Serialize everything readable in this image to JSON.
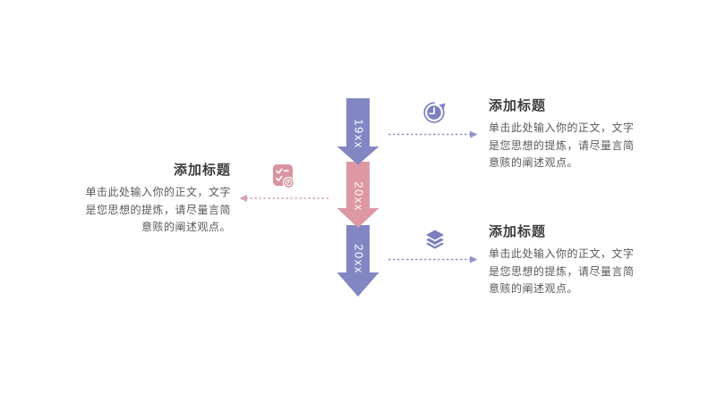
{
  "timeline": {
    "orientation": "vertical",
    "arrows": [
      {
        "label": "19xx",
        "color": "#8287c4"
      },
      {
        "label": "20xx",
        "color": "#dd98a4"
      },
      {
        "label": "20xx",
        "color": "#8287c4"
      }
    ]
  },
  "blocks": [
    {
      "position": "top-right",
      "icon": "clock-history-icon",
      "title": "添加标题",
      "body_lines": [
        "单击此处输入你的正文，文字",
        "是您思想的提炼，请尽量言简",
        "意赅的阐述观点。"
      ]
    },
    {
      "position": "middle-left",
      "icon": "task-checklist-clock-icon",
      "title": "添加标题",
      "body_lines": [
        "单击此处输入你的正文，文字",
        "是您思想的提炼，请尽量言简",
        "意赅的阐述观点。"
      ]
    },
    {
      "position": "bottom-right",
      "icon": "layers-icon",
      "title": "添加标题",
      "body_lines": [
        "单击此处输入你的正文，文字",
        "是您思想的提炼，请尽量言简",
        "意赅的阐述观点。"
      ]
    }
  ],
  "colors": {
    "background": "#ffffff",
    "purple": "#8287c4",
    "pink": "#dd98a4",
    "purple_icon": "#7b80c0",
    "pink_icon": "#d994a1",
    "purple_line": "#9094c8",
    "pink_line": "#d5a2ad",
    "title_text": "#3d3d3d",
    "body_text": "#595959",
    "arrow_label_text": "#ffffff"
  }
}
